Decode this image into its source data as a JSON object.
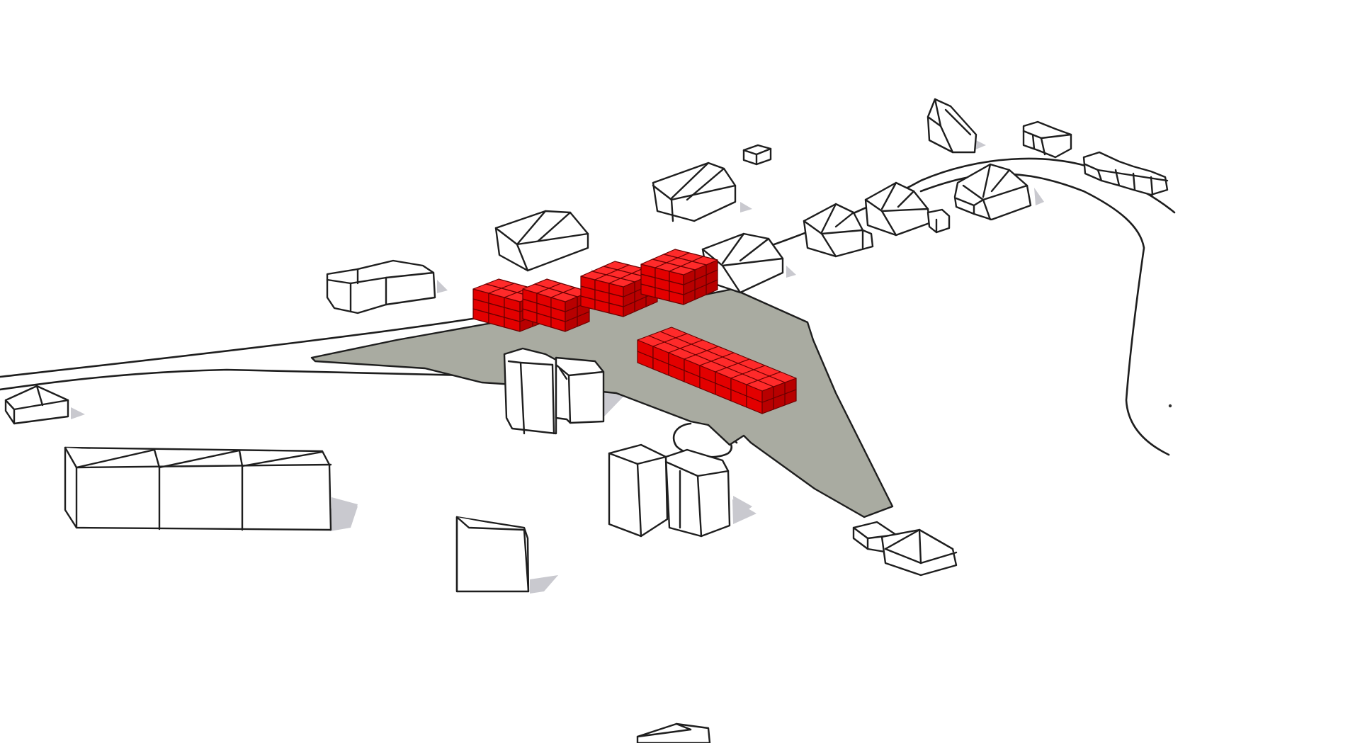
{
  "drawing": {
    "kind": "isometric massing site plan",
    "colors": {
      "background": "#ffffff",
      "outline": "#1e1e1e",
      "site_fill": "#a9aba1",
      "proposed_building_top": "#ff2a2a",
      "proposed_building_face": "#e30000",
      "proposed_building_dark": "#b80000",
      "shadow": "#c9c9cf"
    },
    "proposed_building_groups": 5,
    "existing_building_groups": 24
  }
}
